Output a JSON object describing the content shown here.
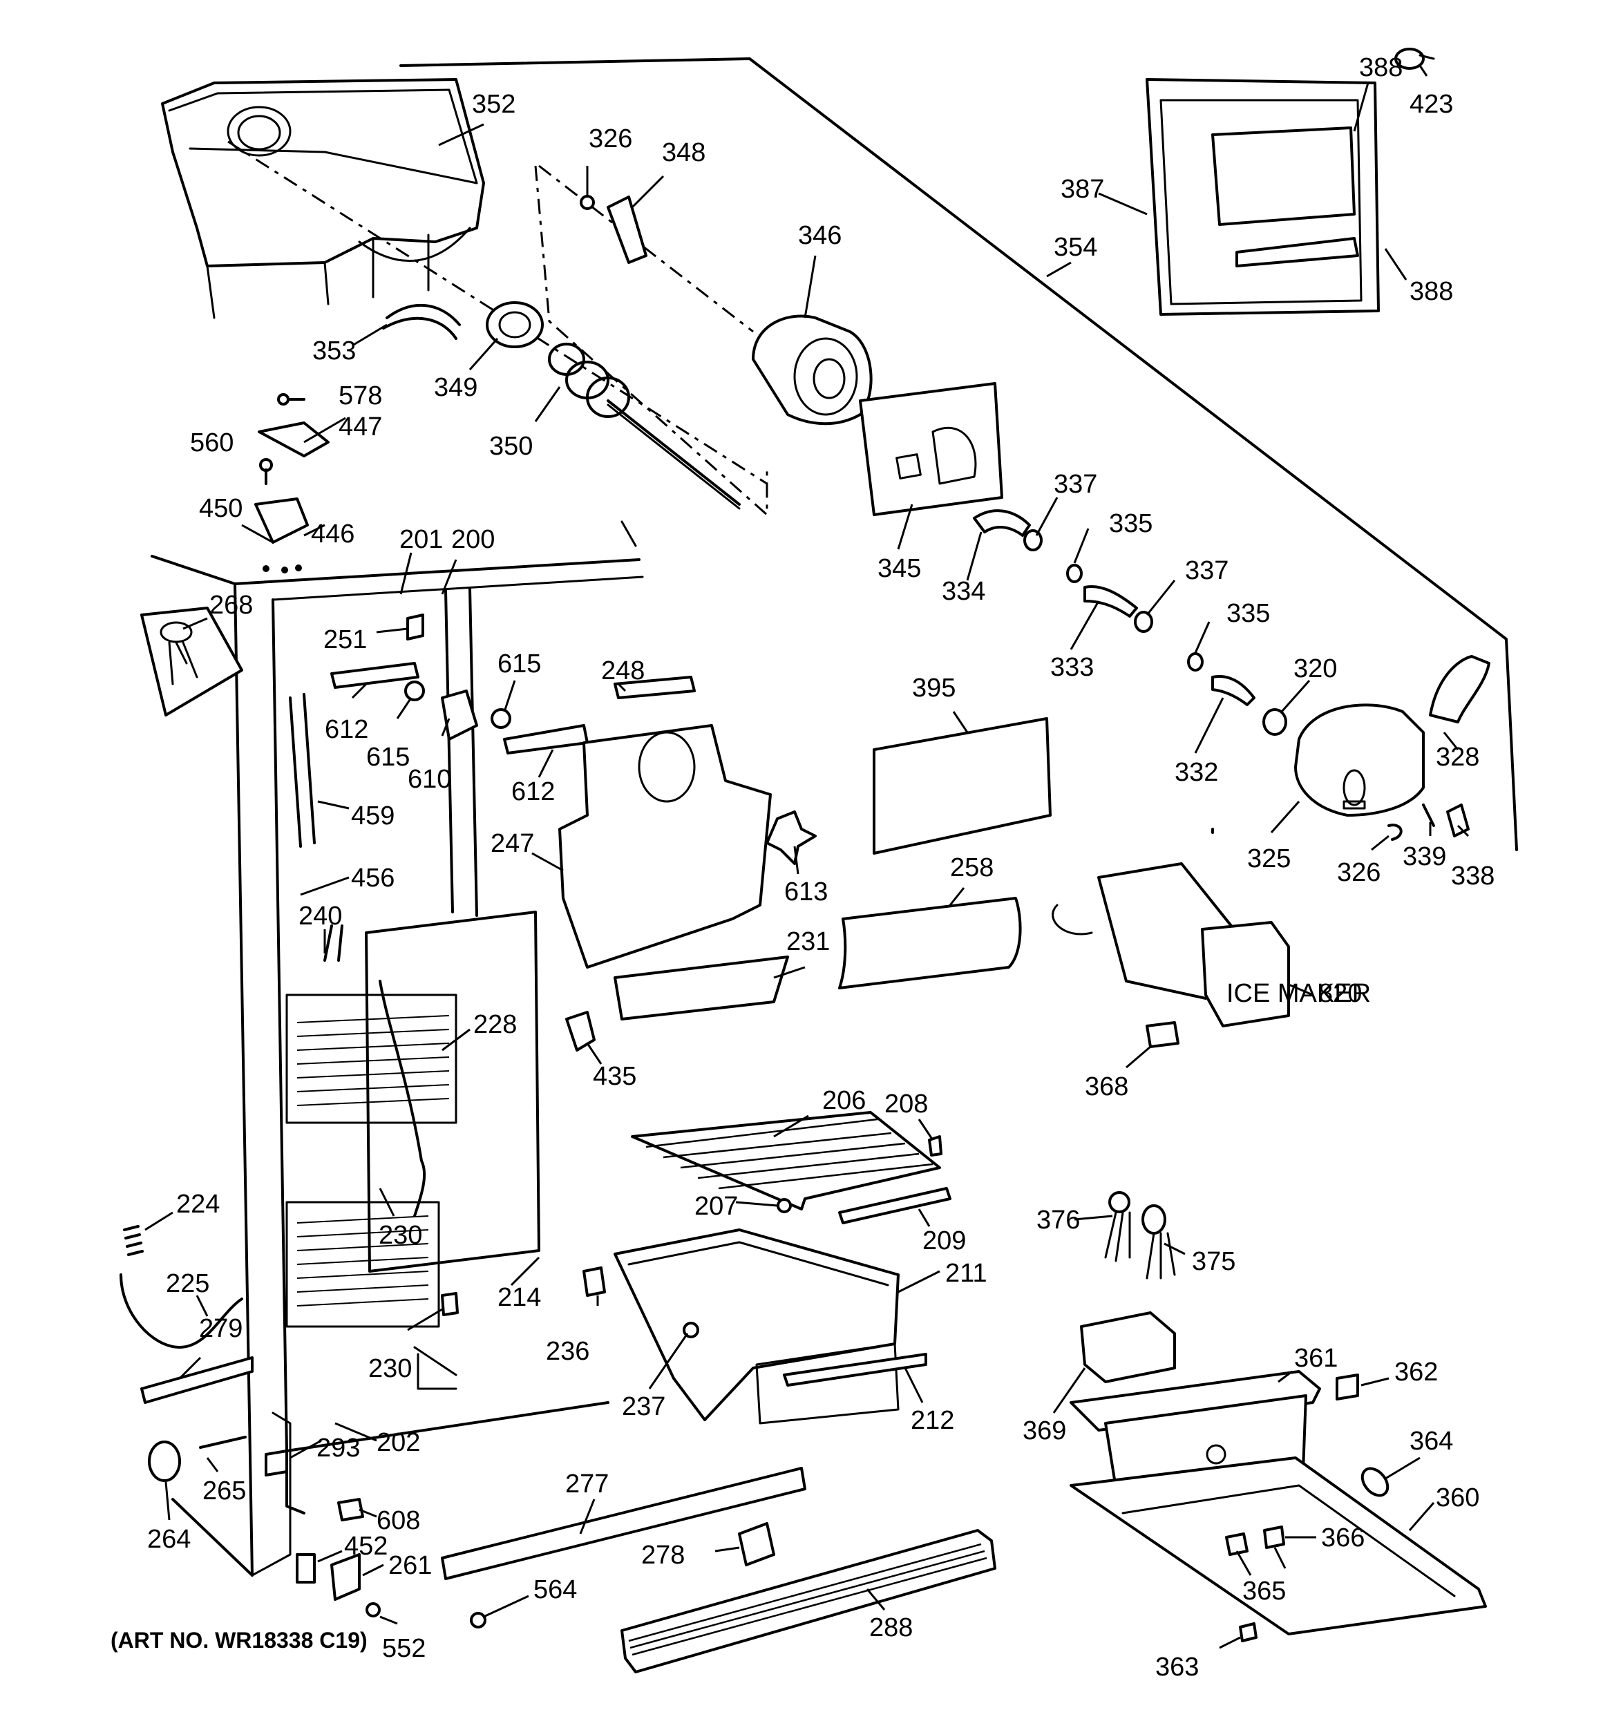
{
  "art_number": "(ART NO. WR18338 C19)",
  "parts": [
    "352",
    "326",
    "348",
    "346",
    "388",
    "423",
    "387",
    "354",
    "388",
    "353",
    "349",
    "350",
    "578",
    "447",
    "560",
    "450",
    "446",
    "345",
    "337",
    "334",
    "335",
    "337",
    "333",
    "335",
    "332",
    "320",
    "328",
    "325",
    "326",
    "339",
    "338",
    "201",
    "200",
    "268",
    "251",
    "615",
    "248",
    "612",
    "615",
    "610",
    "612",
    "395",
    "459",
    "456",
    "247",
    "613",
    "258",
    "240",
    "228",
    "231",
    "820",
    "435",
    "368",
    "206",
    "208",
    "207",
    "209",
    "376",
    "375",
    "230",
    "211",
    "224",
    "225",
    "214",
    "236",
    "230",
    "279",
    "237",
    "212",
    "361",
    "362",
    "369",
    "364",
    "360",
    "293",
    "202",
    "265",
    "264",
    "277",
    "608",
    "452",
    "261",
    "278",
    "366",
    "365",
    "564",
    "552",
    "288",
    "363"
  ]
}
